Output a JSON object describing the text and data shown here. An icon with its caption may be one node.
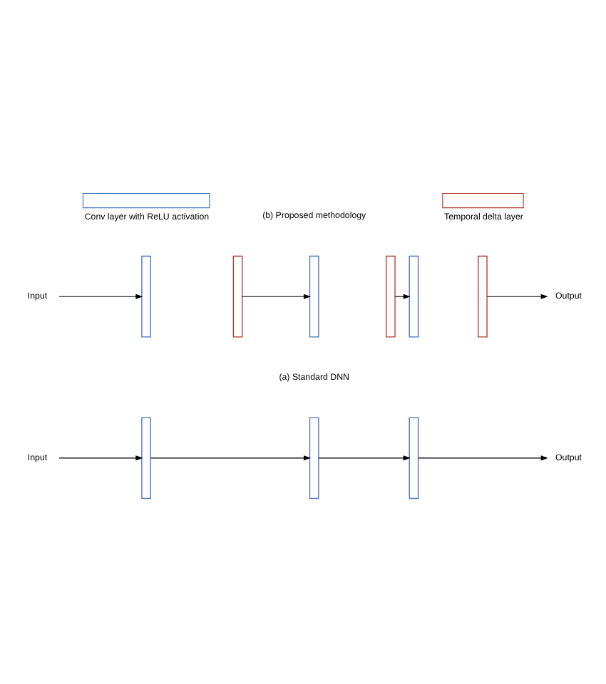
{
  "diagram": {
    "nodes": [
      {
        "text": [
          "Input"
        ]
      },
      {
        "text": [],
        "shape": "bar"
      },
      {
        "text": [],
        "shape": "bar"
      },
      {
        "text": [],
        "shape": "bar"
      },
      {
        "text": [
          "Output"
        ]
      },
      {
        "text": [
          "Input"
        ]
      },
      {
        "text": [],
        "shape": "bar"
      },
      {
        "text": [],
        "shape": "bar"
      },
      {
        "text": [],
        "shape": "bar"
      },
      {
        "text": [],
        "shape": "bar"
      },
      {
        "text": [],
        "shape": "bar"
      },
      {
        "text": [],
        "shape": "bar"
      },
      {
        "text": [
          "Output"
        ]
      }
    ],
    "edges": [
      {
        "from": 0,
        "to": 1,
        "arrow": "to"
      },
      {
        "from": 1,
        "to": 2,
        "arrow": "to"
      },
      {
        "from": 2,
        "to": 3,
        "arrow": "to"
      },
      {
        "from": 3,
        "to": 4,
        "arrow": "to"
      },
      {
        "from": 5,
        "to": 6,
        "arrow": "to"
      },
      {
        "from": 7,
        "to": 8,
        "arrow": "to"
      },
      {
        "from": 9,
        "to": 10,
        "arrow": "to"
      },
      {
        "from": 11,
        "to": 12,
        "arrow": "to"
      }
    ],
    "labels": [
      "(a) Standard DNN",
      "(b) Proposed methodology"
    ],
    "legend": [
      {
        "text": "Conv layer with ReLU activation",
        "color": "#4472c4"
      },
      {
        "text": "Temporal delta layer",
        "color": "#b03a2e"
      }
    ]
  }
}
